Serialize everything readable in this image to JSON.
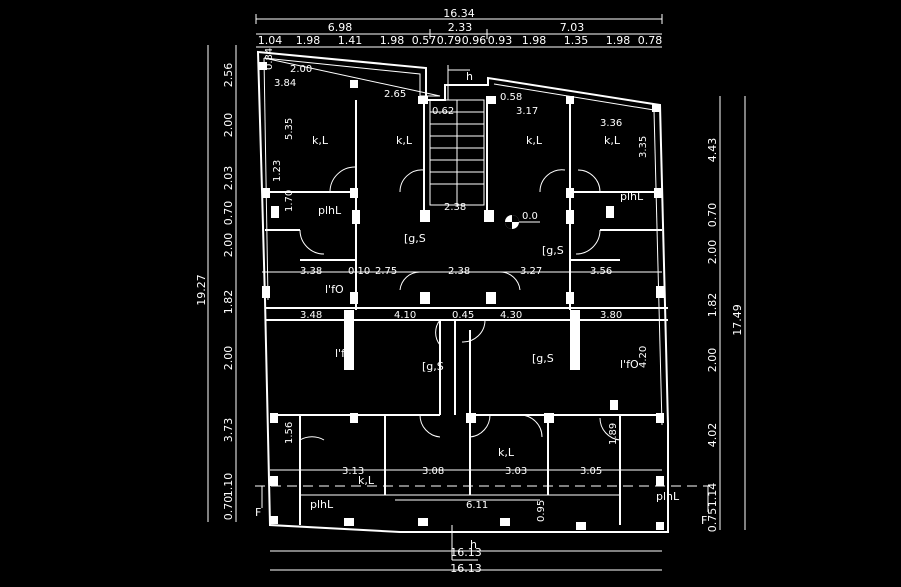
{
  "dims_top": {
    "overall": "16.34",
    "row2_left": "6.98",
    "row2_mid": "2.33",
    "row2_right": "7.03",
    "row3": [
      "1.04",
      "1.98",
      "1.41",
      "1.98",
      "0.57",
      "0.79",
      "0.96",
      "0.93",
      "1.98",
      "1.35",
      "1.98",
      "0.78"
    ]
  },
  "dims_bottom": {
    "inner": "16.13",
    "outer": "16.13"
  },
  "dims_left": {
    "overall": "19.27",
    "segments": [
      "2.56",
      "2.00",
      "2.03",
      "0.70",
      "2.00",
      "1.82",
      "2.00",
      "3.73",
      "1.10",
      "0.70"
    ]
  },
  "dims_right": {
    "overall": "17.49",
    "segments": [
      "4.43",
      "0.70",
      "2.00",
      "1.82",
      "2.00",
      "4.02",
      "1.14",
      "0.75"
    ]
  },
  "room_labels": {
    "kitchen": "k,L",
    "bath": "plhL",
    "living": "l'fO",
    "hall": "[g,S",
    "stair_down": "h",
    "section": "F",
    "level": "0.0"
  },
  "inner_dims": {
    "d_338": "3.38",
    "d_275": "2.75",
    "d_238a": "2.38",
    "d_327": "3.27",
    "d_356": "3.56",
    "d_348": "3.48",
    "d_410": "4.10",
    "d_045": "0.45",
    "d_430": "4.30",
    "d_380": "3.80",
    "d_313": "3.13",
    "d_308": "3.08",
    "d_303": "3.03",
    "d_305": "3.05",
    "d_611": "6.11",
    "d_384": "3.84",
    "d_265": "2.65",
    "d_317": "3.17",
    "d_336": "3.36",
    "d_238b": "2.38",
    "d_200": "2.00",
    "d_010": "0.10",
    "d_058": "0.58",
    "d_062": "0.62",
    "d_535": "5.35",
    "d_123": "1.23",
    "d_170": "1.70",
    "d_335": "3.35",
    "d_095": "0.95",
    "d_189": "1.89",
    "d_420": "4.20",
    "d_156": "1.56",
    "d_084": "0.84"
  }
}
